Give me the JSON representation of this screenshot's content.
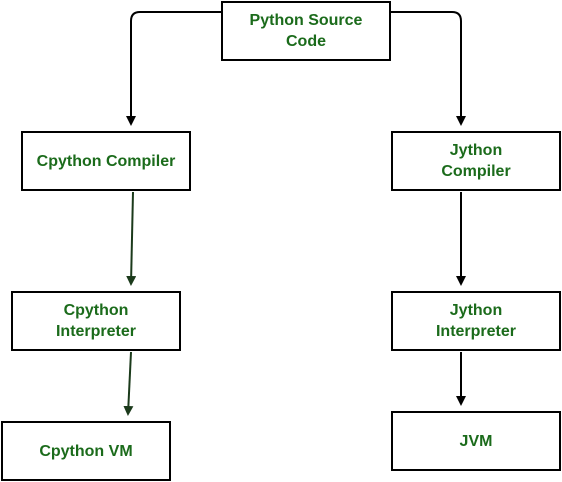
{
  "nodes": {
    "source": {
      "label": "Python Source\nCode"
    },
    "cpython_compiler": {
      "label": "Cpython Compiler"
    },
    "jython_compiler": {
      "label": "Jython\nCompiler"
    },
    "cpython_interpreter": {
      "label": "Cpython\nInterpreter"
    },
    "jython_interpreter": {
      "label": "Jython\nInterpreter"
    },
    "cpython_vm": {
      "label": "Cpython VM"
    },
    "jvm": {
      "label": "JVM"
    }
  },
  "colors": {
    "label_text": "#1b6b1b",
    "border": "#000000",
    "cpython_arrow": "#1b3a1b",
    "jython_arrow": "#000000",
    "background": "#ffffff"
  }
}
